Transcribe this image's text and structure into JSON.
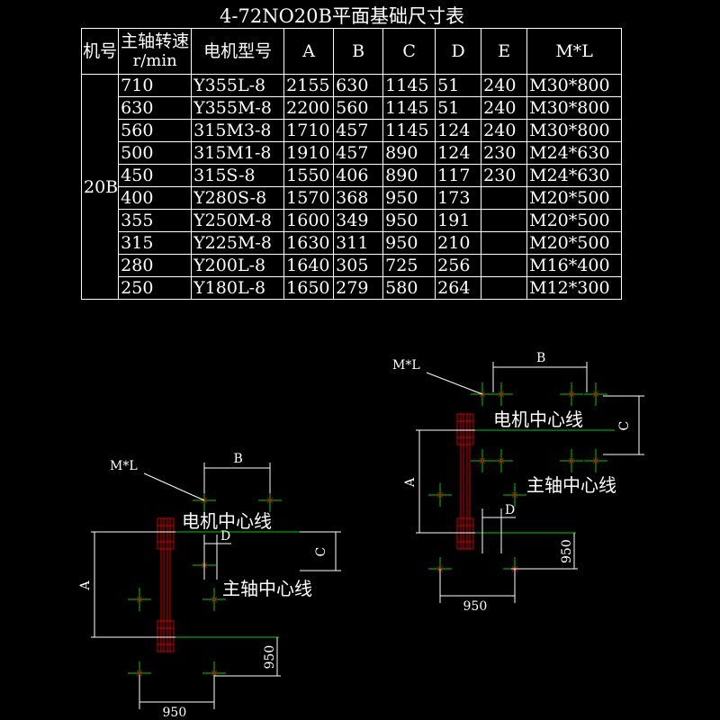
{
  "title": "4-72NO20B平面基础尺寸表",
  "table": {
    "headers": {
      "machine": "机号",
      "speed_line1": "主轴转速",
      "speed_line2": "r/min",
      "motor": "电机型号",
      "a": "A",
      "b": "B",
      "c": "C",
      "d": "D",
      "e": "E",
      "ml": "M*L"
    },
    "machine_no": "20B",
    "rows": [
      {
        "speed": "710",
        "motor": "Y355L-8",
        "a": "2155",
        "b": "630",
        "c": "1145",
        "d": "51",
        "e": "240",
        "ml": "M30*800"
      },
      {
        "speed": "630",
        "motor": "Y355M-8",
        "a": "2200",
        "b": "560",
        "c": "1145",
        "d": "51",
        "e": "240",
        "ml": "M30*800"
      },
      {
        "speed": "560",
        "motor": "315M3-8",
        "a": "1710",
        "b": "457",
        "c": "1145",
        "d": "124",
        "e": "240",
        "ml": "M30*800"
      },
      {
        "speed": "500",
        "motor": "315M1-8",
        "a": "1910",
        "b": "457",
        "c": "890",
        "d": "124",
        "e": "230",
        "ml": "M24*630"
      },
      {
        "speed": "450",
        "motor": "315S-8",
        "a": "1550",
        "b": "406",
        "c": "890",
        "d": "117",
        "e": "230",
        "ml": "M24*630"
      },
      {
        "speed": "400",
        "motor": "Y280S-8",
        "a": "1570",
        "b": "368",
        "c": "950",
        "d": "173",
        "e": "",
        "ml": "M20*500"
      },
      {
        "speed": "355",
        "motor": "Y250M-8",
        "a": "1600",
        "b": "349",
        "c": "950",
        "d": "191",
        "e": "",
        "ml": "M20*500"
      },
      {
        "speed": "315",
        "motor": "Y225M-8",
        "a": "1630",
        "b": "311",
        "c": "950",
        "d": "210",
        "e": "",
        "ml": "M20*500"
      },
      {
        "speed": "280",
        "motor": "Y200L-8",
        "a": "1640",
        "b": "305",
        "c": "725",
        "d": "256",
        "e": "",
        "ml": "M16*400"
      },
      {
        "speed": "250",
        "motor": "Y180L-8",
        "a": "1650",
        "b": "279",
        "c": "580",
        "d": "264",
        "e": "",
        "ml": "M12*300"
      }
    ]
  },
  "drawings": {
    "left": {
      "bolt_label": "M*L",
      "dim_b": "B",
      "dim_c": "C",
      "dim_d": "D",
      "dim_a": "A",
      "dim_950_v": "950",
      "dim_950_h": "950",
      "motor_line": "电机中心线",
      "shaft_line": "主轴中心线"
    },
    "right": {
      "bolt_label": "M*L",
      "dim_b": "B",
      "dim_c": "C",
      "dim_d": "D",
      "dim_a": "A",
      "dim_950_v": "950",
      "dim_950_h": "950",
      "motor_line": "电机中心线",
      "shaft_line": "主轴中心线"
    }
  },
  "colors": {
    "background": "#000000",
    "line": "#ffffff",
    "center_line": "#00cc00",
    "bolt_mark": "#cc0000",
    "frame": "#cc0000"
  }
}
